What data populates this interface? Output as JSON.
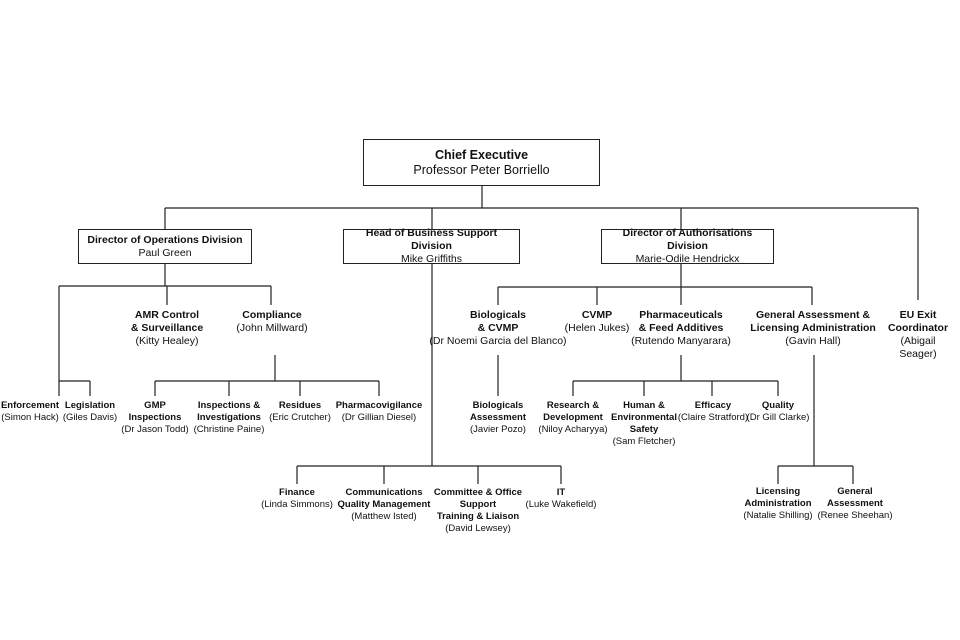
{
  "chief": {
    "title": "Chief Executive",
    "person": "Professor Peter Borriello"
  },
  "directors": {
    "operations": {
      "title": "Director of Operations Division",
      "person": "Paul Green"
    },
    "business": {
      "title": "Head of Business Support Division",
      "person": "Mike Griffiths"
    },
    "authorisations": {
      "title": "Director of Authorisations Division",
      "person": "Marie-Odile Hendrickx"
    }
  },
  "eu_exit": {
    "title": "EU Exit\nCoordinator",
    "person": "(Abigail Seager)"
  },
  "operations": {
    "amr": {
      "title": "AMR Control\n& Surveillance",
      "person": "(Kitty Healey)"
    },
    "compliance": {
      "title": "Compliance",
      "person": "(John Millward)"
    },
    "enforcement": {
      "title": "Enforcement",
      "person": "(Simon Hack)"
    },
    "legislation": {
      "title": "Legislation",
      "person": "(Giles Davis)"
    },
    "gmp": {
      "title": "GMP\nInspections",
      "person": "(Dr Jason Todd)"
    },
    "inspections": {
      "title": "Inspections &\nInvestigations",
      "person": "(Christine Paine)"
    },
    "residues": {
      "title": "Residues",
      "person": "(Eric Crutcher)"
    },
    "pharmacovigilance": {
      "title": "Pharmacovigilance",
      "person": "(Dr Gillian Diesel)"
    }
  },
  "business": {
    "finance": {
      "title": "Finance",
      "person": "(Linda Simmons)"
    },
    "communications": {
      "title": "Communications\nQuality Management",
      "person": "(Matthew Isted)"
    },
    "committee": {
      "title": "Committee & Office\nSupport\nTraining & Liaison",
      "person": "(David Lewsey)"
    },
    "it": {
      "title": "IT",
      "person": "(Luke Wakefield)"
    }
  },
  "authorisations": {
    "biologicals": {
      "title": "Biologicals\n& CVMP",
      "person": "(Dr Noemi Garcia del Blanco)"
    },
    "cvmp": {
      "title": "CVMP",
      "person": "(Helen Jukes)"
    },
    "pharmaceuticals": {
      "title": "Pharmaceuticals\n& Feed Additives",
      "person": "(Rutendo Manyarara)"
    },
    "general": {
      "title": "General Assessment  &\nLicensing Administration",
      "person": "(Gavin Hall)"
    },
    "bio_assessment": {
      "title": "Biologicals\nAssessment",
      "person": "(Javier Pozo)"
    },
    "research": {
      "title": "Research &\nDevelopment",
      "person": "(Niloy Acharyya)"
    },
    "human_safety": {
      "title": "Human &\nEnvironmental\nSafety",
      "person": "(Sam Fletcher)"
    },
    "efficacy": {
      "title": "Efficacy",
      "person": "(Claire Stratford)"
    },
    "quality": {
      "title": "Quality",
      "person": "(Dr Gill Clarke)"
    },
    "licensing": {
      "title": "Licensing\nAdministration",
      "person": "(Natalie Shilling)"
    },
    "gen_assessment": {
      "title": "General\nAssessment",
      "person": "(Renee Sheehan)"
    }
  }
}
